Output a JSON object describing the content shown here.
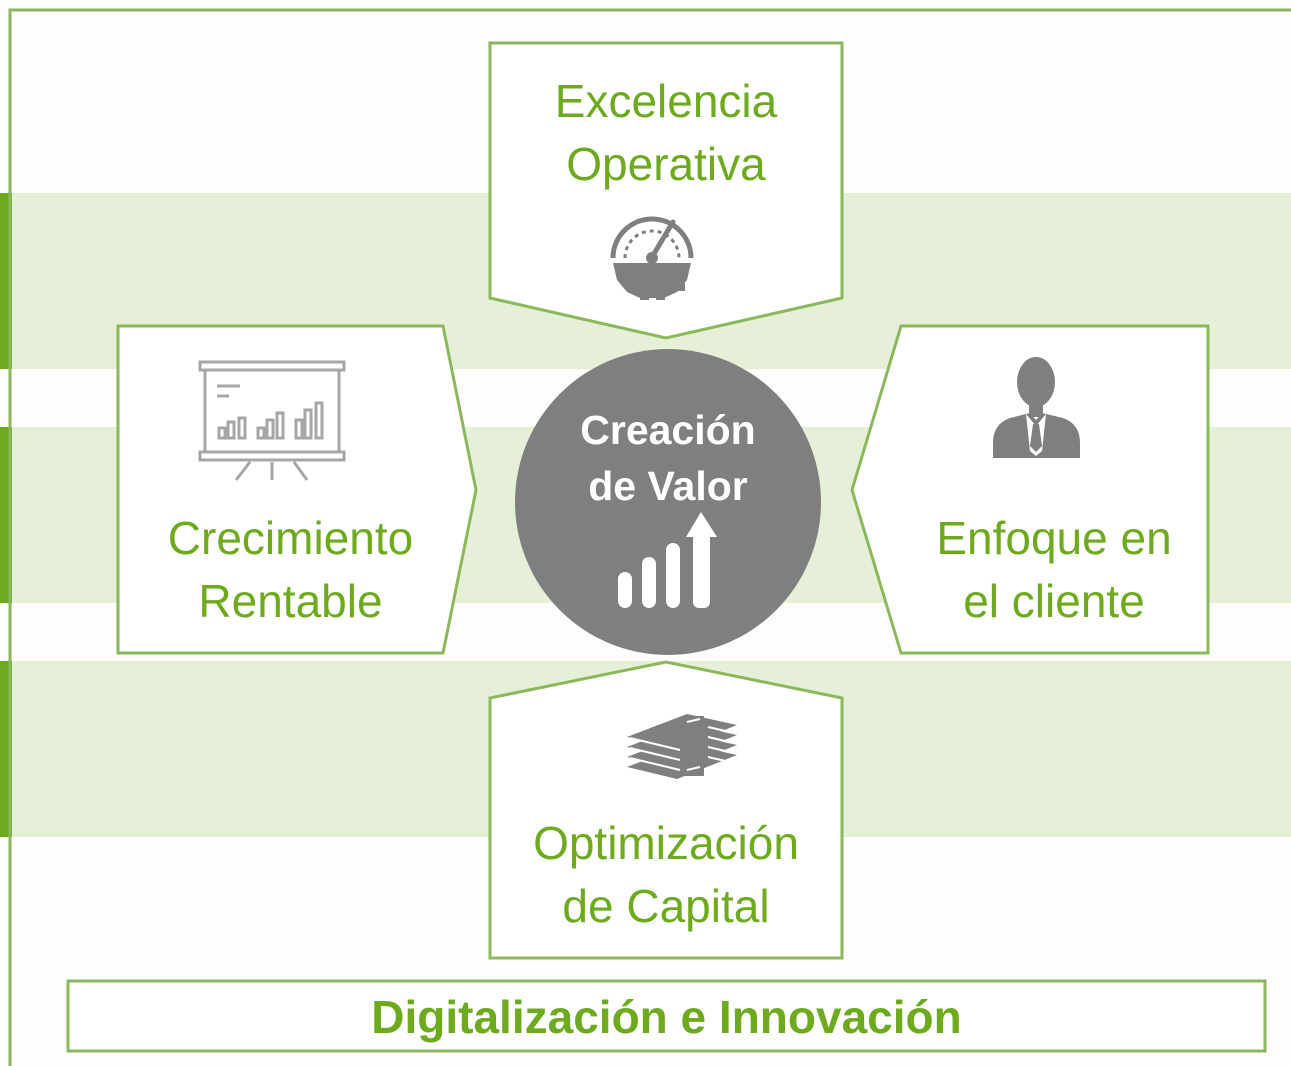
{
  "diagram": {
    "center": {
      "label": "Creación\nde Valor",
      "icon": "bar-chart-up-icon"
    },
    "pillars": {
      "top": {
        "label": "Excelencia\nOperativa",
        "icon": "speedometer-gear-icon"
      },
      "left": {
        "label": "Crecimiento\nRentable",
        "icon": "presentation-board-icon"
      },
      "right": {
        "label": "Enfoque en\nel cliente",
        "icon": "businessman-icon"
      },
      "bottom": {
        "label": "Optimización\nde Capital",
        "icon": "money-stack-icon"
      }
    },
    "foundation": {
      "label": "Digitalización e Innovación"
    },
    "colors": {
      "accent": "#6eaa1e",
      "border": "#8ab85a",
      "band": "#e6f0d8",
      "center": "#7f7f7f",
      "icon": "#7f7f7f"
    }
  }
}
